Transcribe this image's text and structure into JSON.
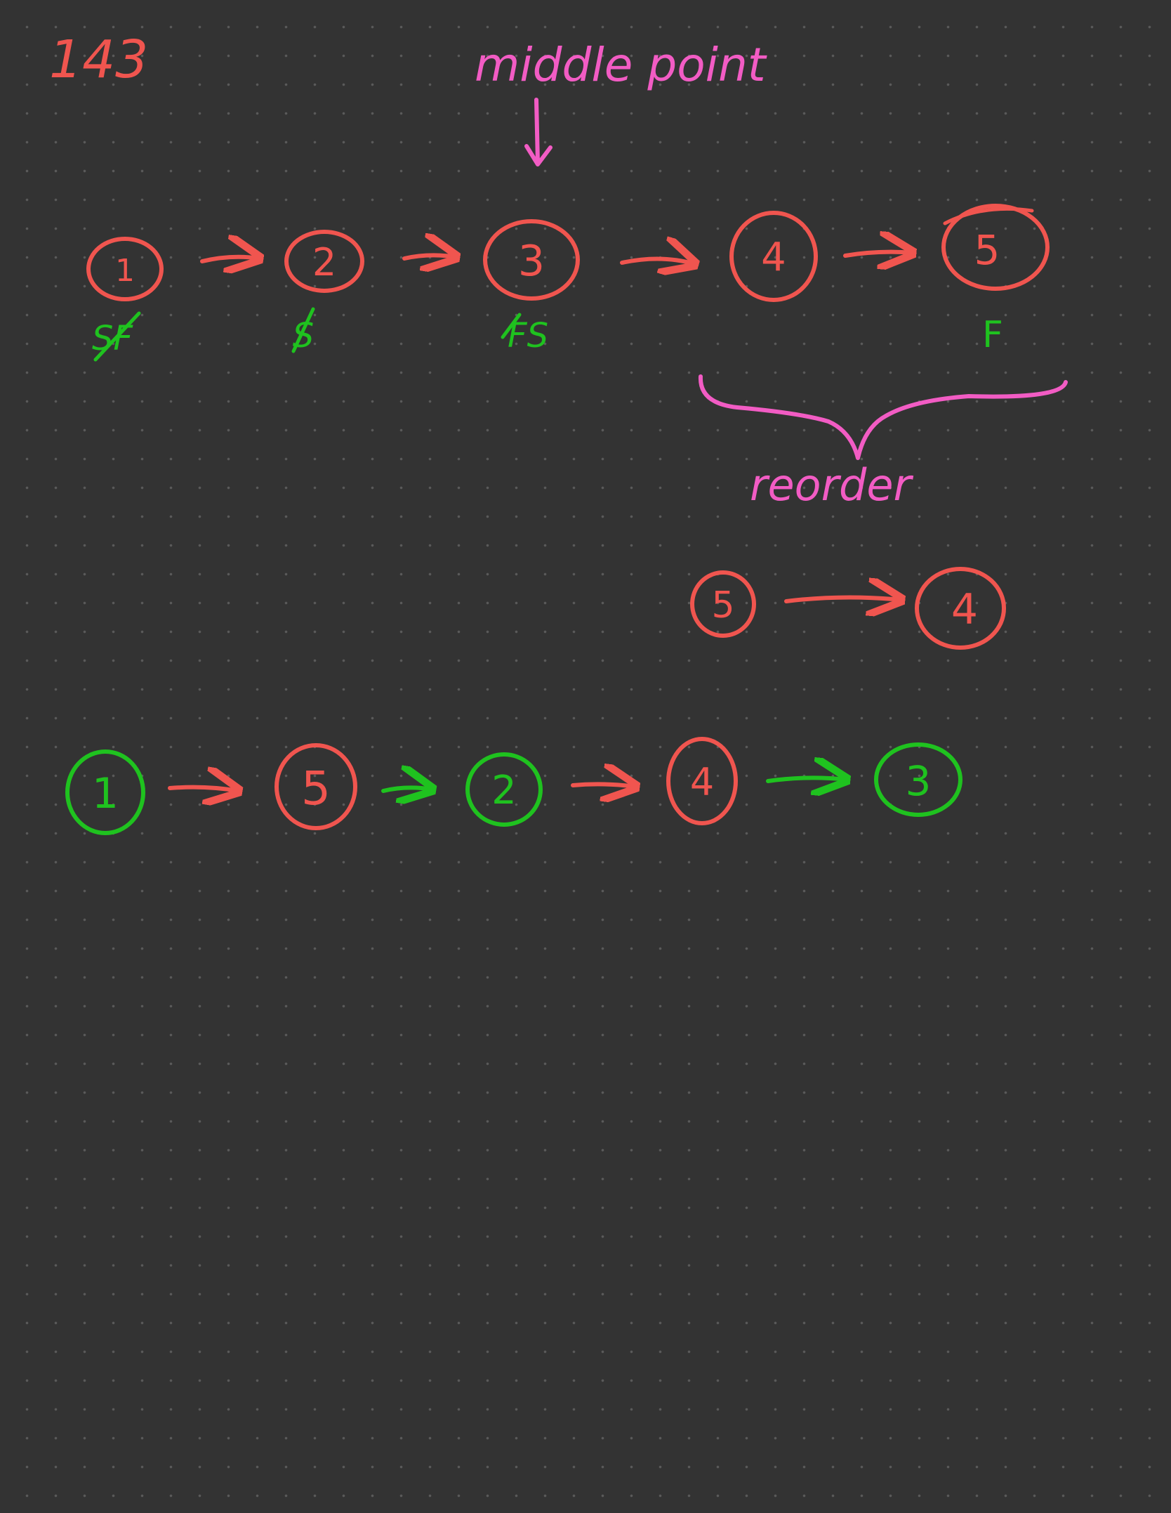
{
  "page_number": "143",
  "annotations": {
    "middle_point": "middle point",
    "reorder": "reorder"
  },
  "colors": {
    "background": "#333333",
    "red_ink": "#f0554f",
    "green_ink": "#1fc21f",
    "pink_ink": "#f25cc4"
  },
  "original_list": {
    "nodes": [
      "1",
      "2",
      "3",
      "4",
      "5"
    ],
    "pointer_labels": [
      "SF",
      "S",
      "FS",
      "F"
    ]
  },
  "reversed_half": {
    "nodes": [
      "5",
      "4"
    ]
  },
  "result_list": {
    "nodes": [
      "1",
      "5",
      "2",
      "4",
      "3"
    ],
    "node_colors": [
      "green",
      "red",
      "green",
      "red",
      "green"
    ]
  }
}
